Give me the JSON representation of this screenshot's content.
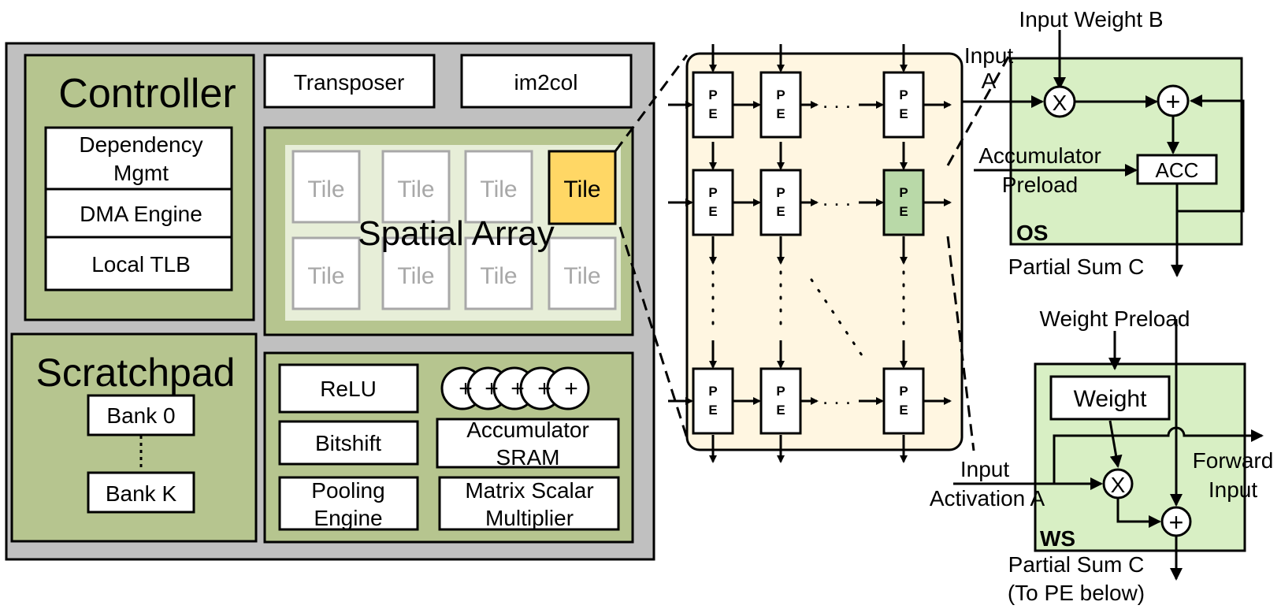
{
  "colors": {
    "chip_gray": "#c0c0c0",
    "olive": "#b6c58f",
    "spatial_inner": "#e7eed8",
    "tile_highlight": "#ffd765",
    "pe_array_bg": "#fff6e1",
    "pe_highlight": "#b9d9a8",
    "detail_bg": "#d8efc4"
  },
  "controller": {
    "title": "Controller",
    "items": [
      {
        "line1": "Dependency",
        "line2": "Mgmt"
      },
      {
        "line1": "DMA Engine",
        "line2": ""
      },
      {
        "line1": "Local TLB",
        "line2": ""
      }
    ]
  },
  "transposer": "Transposer",
  "im2col": "im2col",
  "spatial_array": {
    "label": "Spatial Array",
    "tile_label": "Tile",
    "highlight_tile_label": "Tile"
  },
  "scratchpad": {
    "title": "Scratchpad",
    "bank_first": "Bank 0",
    "bank_last": "Bank K"
  },
  "units": {
    "relu": "ReLU",
    "bitshift": "Bitshift",
    "pooling": {
      "line1": "Pooling",
      "line2": "Engine"
    },
    "accumulator": {
      "line1": "Accumulator",
      "line2": "SRAM"
    },
    "matrix_scalar": {
      "line1": "Matrix Scalar",
      "line2": "Multiplier"
    },
    "adder_symbol": "+"
  },
  "pe": {
    "line1": "P",
    "line2": "E",
    "dots": ". . ."
  },
  "os_detail": {
    "input_weight": "Input Weight B",
    "input_a": {
      "line1": "Input",
      "line2": "A"
    },
    "acc_preload": {
      "line1": "Accumulator",
      "line2": "Preload"
    },
    "acc": "ACC",
    "label": "OS",
    "partial_sum": "Partial Sum C",
    "mult_symbol": "X",
    "add_symbol": "+"
  },
  "ws_detail": {
    "weight_preload": "Weight Preload",
    "weight": "Weight",
    "input_activation": {
      "line1": "Input",
      "line2": "Activation A"
    },
    "forward_input": {
      "line1": "Forward",
      "line2": "Input"
    },
    "label": "WS",
    "partial_sum": {
      "line1": "Partial Sum C",
      "line2": "(To PE below)"
    },
    "mult_symbol": "X",
    "add_symbol": "+"
  }
}
